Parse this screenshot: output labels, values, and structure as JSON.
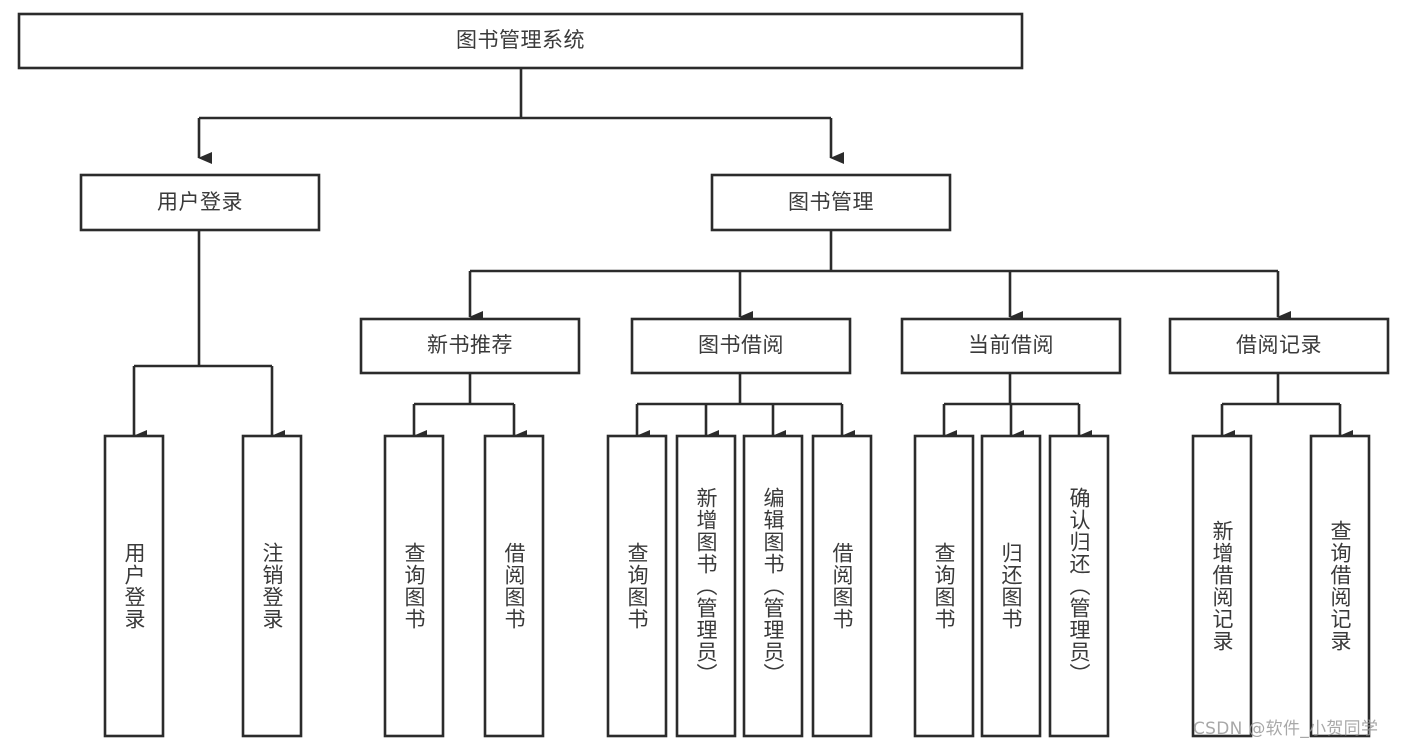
{
  "diagram": {
    "title": "图书管理系统",
    "type": "tree",
    "orientation": "top-down",
    "background_color": "#ffffff",
    "line_color": "#2b2b2b",
    "text_color": "#3a3a3a",
    "root": {
      "label": "图书管理系统",
      "level": 0
    },
    "level1": [
      {
        "id": "user-login",
        "label": "用户登录"
      },
      {
        "id": "book-manage",
        "label": "图书管理"
      }
    ],
    "level2": [
      {
        "id": "new-book-rec",
        "label": "新书推荐",
        "parent": "book-manage"
      },
      {
        "id": "book-borrow",
        "label": "图书借阅",
        "parent": "book-manage"
      },
      {
        "id": "current-borrow",
        "label": "当前借阅",
        "parent": "book-manage"
      },
      {
        "id": "borrow-record",
        "label": "借阅记录",
        "parent": "book-manage"
      }
    ],
    "leaves": [
      {
        "id": "leaf-user-login",
        "label": "用户登录",
        "parent": "user-login"
      },
      {
        "id": "leaf-logout",
        "label": "注销登录",
        "parent": "user-login"
      },
      {
        "id": "leaf-query-book-1",
        "label": "查询图书",
        "parent": "new-book-rec"
      },
      {
        "id": "leaf-borrow-book-1",
        "label": "借阅图书",
        "parent": "new-book-rec"
      },
      {
        "id": "leaf-query-book-2",
        "label": "查询图书",
        "parent": "book-borrow"
      },
      {
        "id": "leaf-add-book",
        "label": "新增图书（管理员）",
        "parent": "book-borrow"
      },
      {
        "id": "leaf-edit-book",
        "label": "编辑图书（管理员）",
        "parent": "book-borrow"
      },
      {
        "id": "leaf-borrow-book-2",
        "label": "借阅图书",
        "parent": "book-borrow"
      },
      {
        "id": "leaf-query-book-3",
        "label": "查询图书",
        "parent": "current-borrow"
      },
      {
        "id": "leaf-return-book",
        "label": "归还图书",
        "parent": "current-borrow"
      },
      {
        "id": "leaf-confirm-return",
        "label": "确认归还（管理员）",
        "parent": "current-borrow"
      },
      {
        "id": "leaf-add-record",
        "label": "新增借阅记录",
        "parent": "borrow-record"
      },
      {
        "id": "leaf-query-record",
        "label": "查询借阅记录",
        "parent": "borrow-record"
      }
    ]
  },
  "watermark": {
    "text": "CSDN @软件_小贺同学"
  }
}
